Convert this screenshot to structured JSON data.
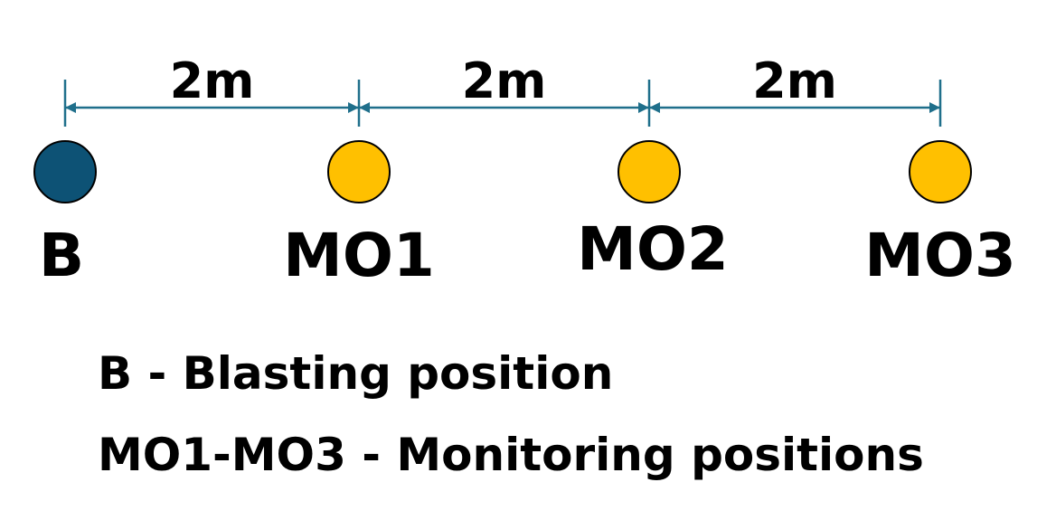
{
  "colors": {
    "blast": "#0d5275",
    "monitor": "#ffc000",
    "dimension": "#1f6f8b",
    "text": "#000000"
  },
  "spacings": [
    "2m",
    "2m",
    "2m"
  ],
  "nodes": [
    {
      "label": "B",
      "kind": "blast"
    },
    {
      "label": "MO1",
      "kind": "monitor"
    },
    {
      "label": "MO2",
      "kind": "monitor"
    },
    {
      "label": "MO3",
      "kind": "monitor"
    }
  ],
  "legend": [
    "B - Blasting position",
    "MO1-MO3 - Monitoring positions"
  ]
}
